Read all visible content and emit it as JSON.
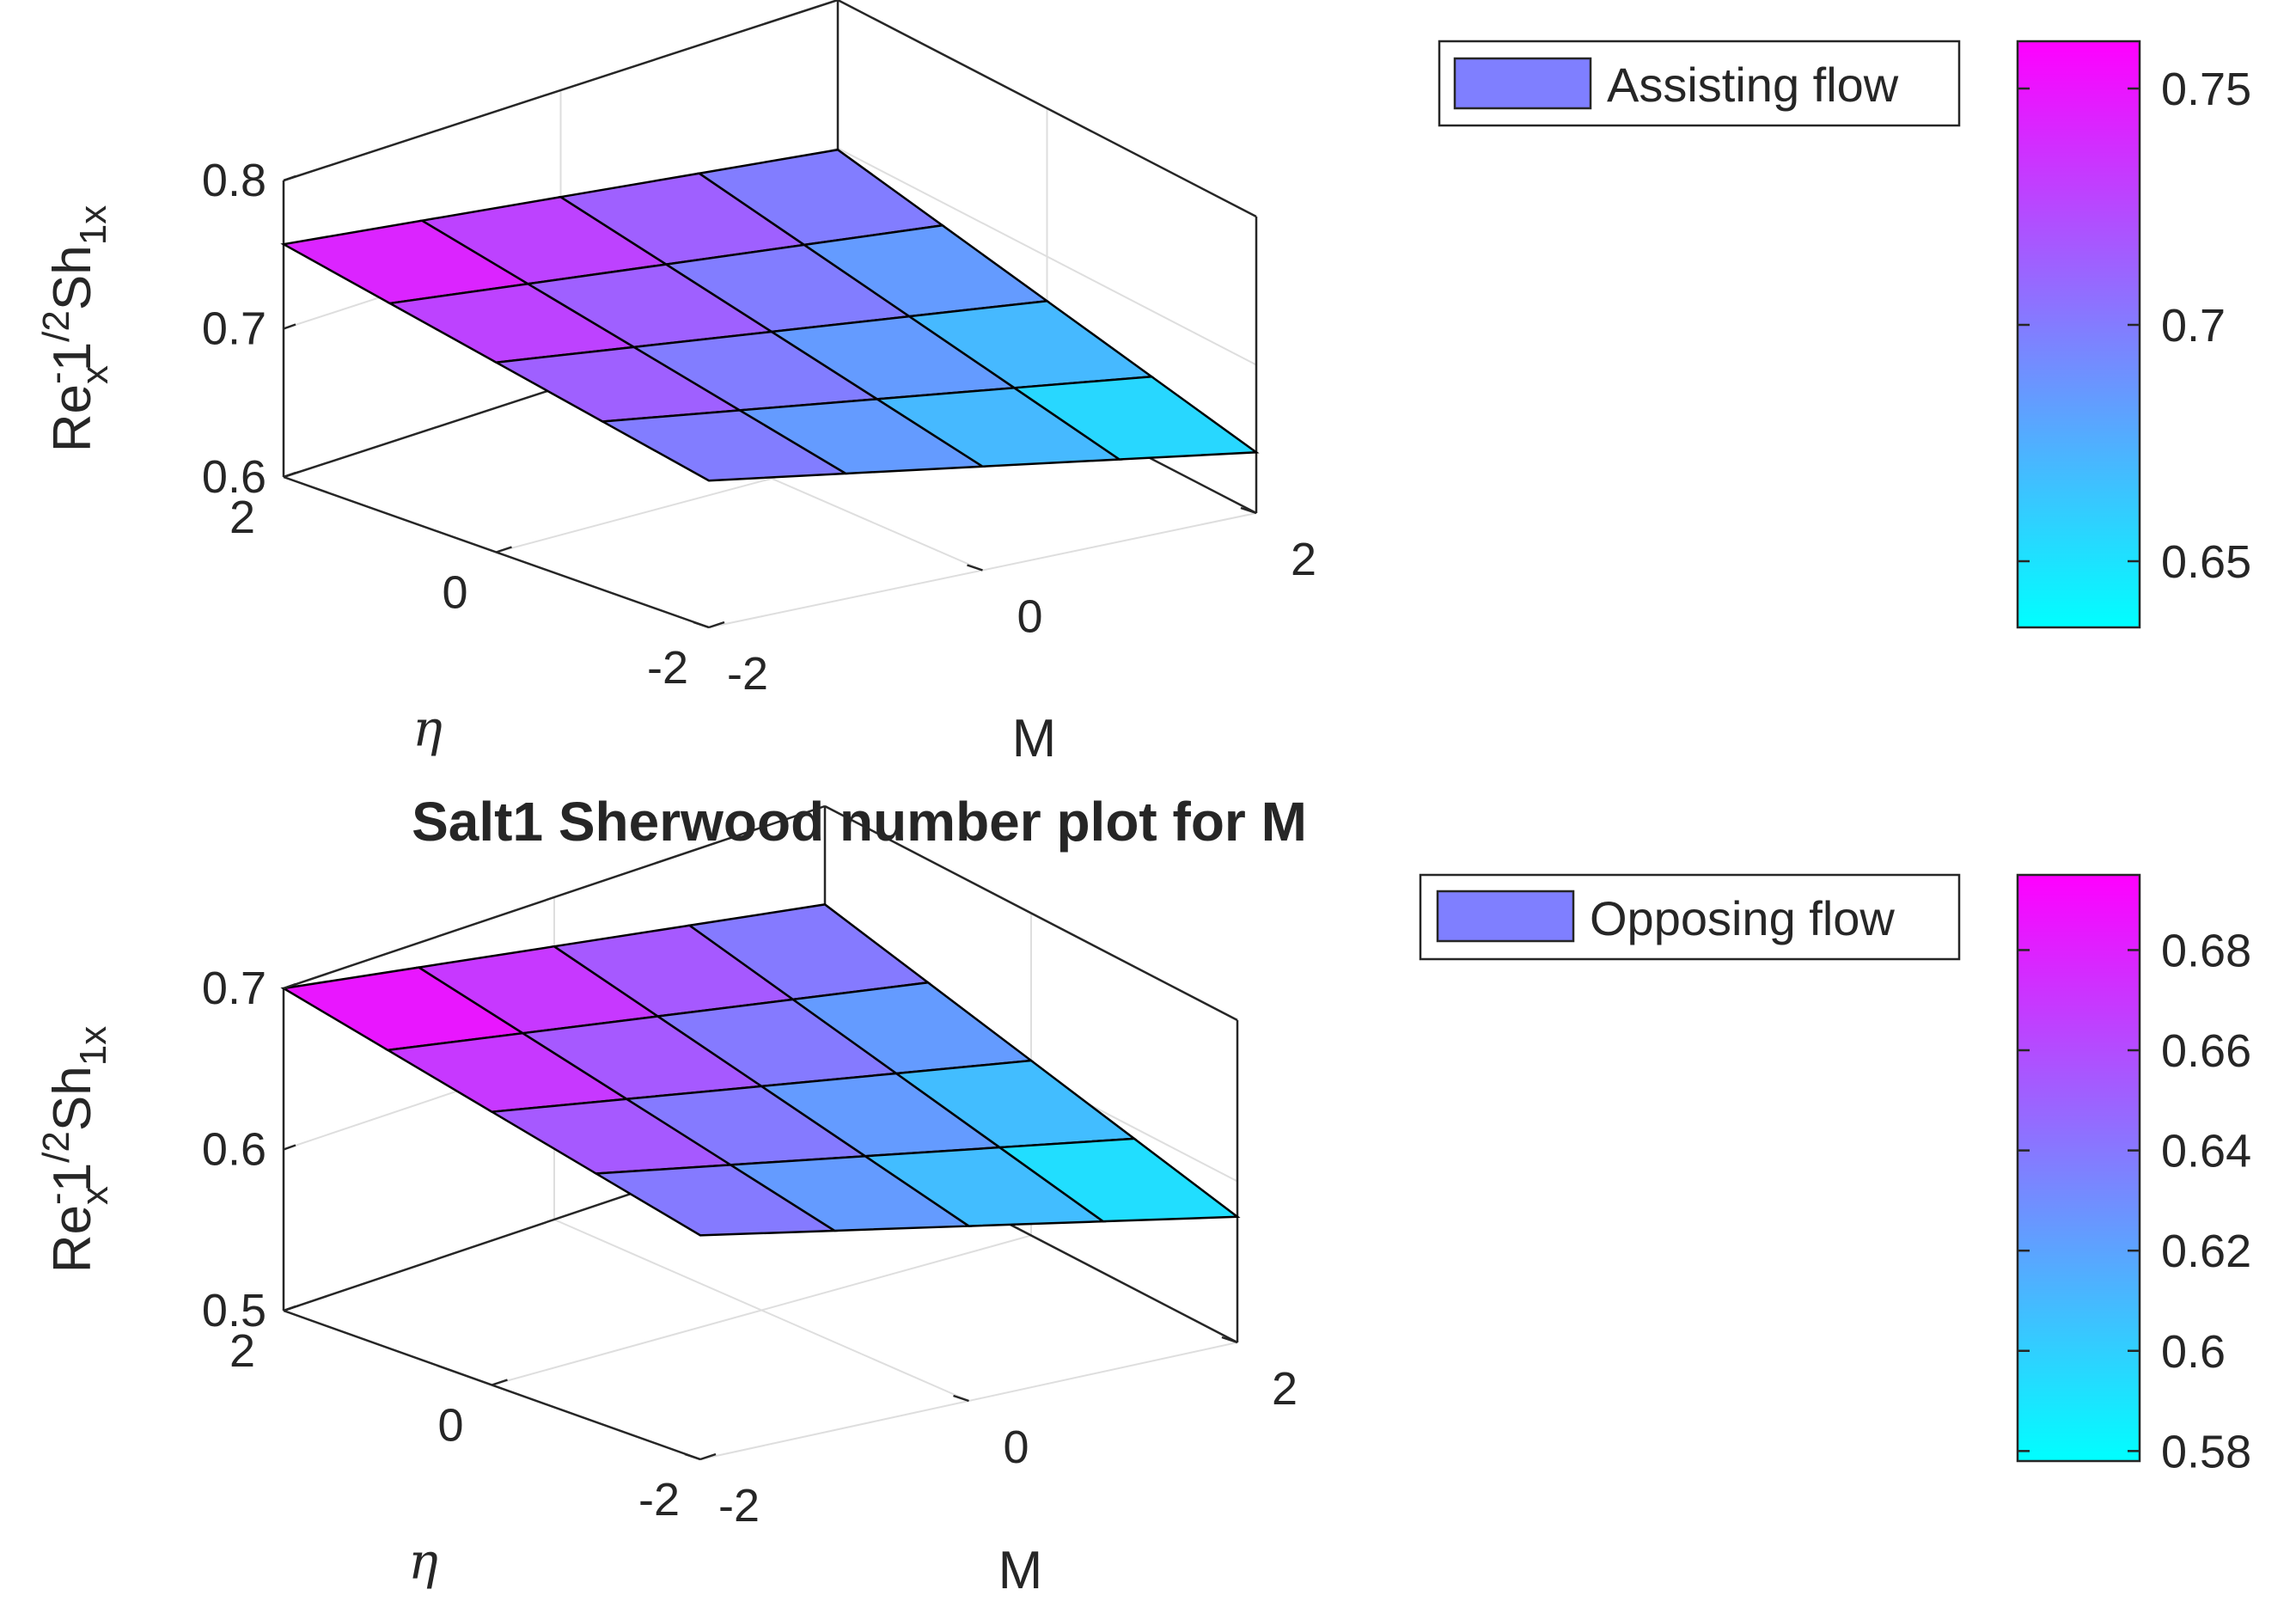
{
  "colors": {
    "high": "#ff00ff",
    "low": "#00ffff",
    "legend_patch": "#7f7fff",
    "axis": "#262626",
    "grid": "#dedede"
  },
  "chart_data": [
    {
      "type": "surface3d",
      "title": "",
      "xlabel": "M",
      "ylabel": "η",
      "zlabel_parts": [
        "Re",
        "x",
        "-",
        "1",
        "/2",
        "Sh",
        "1x"
      ],
      "x": [
        -2,
        -1,
        0,
        1,
        2
      ],
      "y": [
        -2,
        -1,
        0,
        1,
        2
      ],
      "z_at_corners": {
        "x_-2_y_2": 0.757,
        "x_2_y_-2": 0.641
      },
      "x_ticks": [
        "-2",
        "0",
        "2"
      ],
      "y_ticks": [
        "-2",
        "0",
        "2"
      ],
      "z_ticks": [
        "0.6",
        "0.7",
        "0.8"
      ],
      "xlim": [
        -2,
        2
      ],
      "ylim": [
        -2,
        2
      ],
      "zlim": [
        0.6,
        0.8
      ],
      "legend": "Assisting flow",
      "colorbar": {
        "range": [
          0.636,
          0.76
        ],
        "ticks": [
          "0.65",
          "0.7",
          "0.75"
        ],
        "tick_values": [
          0.65,
          0.7,
          0.75
        ]
      }
    },
    {
      "type": "surface3d",
      "title": "Salt1 Sherwood number plot for M",
      "xlabel": "M",
      "ylabel": "η",
      "zlabel_parts": [
        "Re",
        "x",
        "-",
        "1",
        "/2",
        "Sh",
        "1x"
      ],
      "x": [
        -2,
        -1,
        0,
        1,
        2
      ],
      "y": [
        -2,
        -1,
        0,
        1,
        2
      ],
      "z_at_corners": {
        "x_-2_y_2": 0.7,
        "x_2_y_-2": 0.578
      },
      "x_ticks": [
        "-2",
        "0",
        "2"
      ],
      "y_ticks": [
        "-2",
        "0",
        "2"
      ],
      "z_ticks": [
        "0.5",
        "0.6",
        "0.7"
      ],
      "xlim": [
        -2,
        2
      ],
      "ylim": [
        -2,
        2
      ],
      "zlim": [
        0.5,
        0.7
      ],
      "legend": "Opposing flow",
      "colorbar": {
        "range": [
          0.578,
          0.695
        ],
        "ticks": [
          "0.58",
          "0.6",
          "0.62",
          "0.64",
          "0.66",
          "0.68"
        ],
        "tick_values": [
          0.58,
          0.6,
          0.62,
          0.64,
          0.66,
          0.68
        ]
      }
    }
  ]
}
